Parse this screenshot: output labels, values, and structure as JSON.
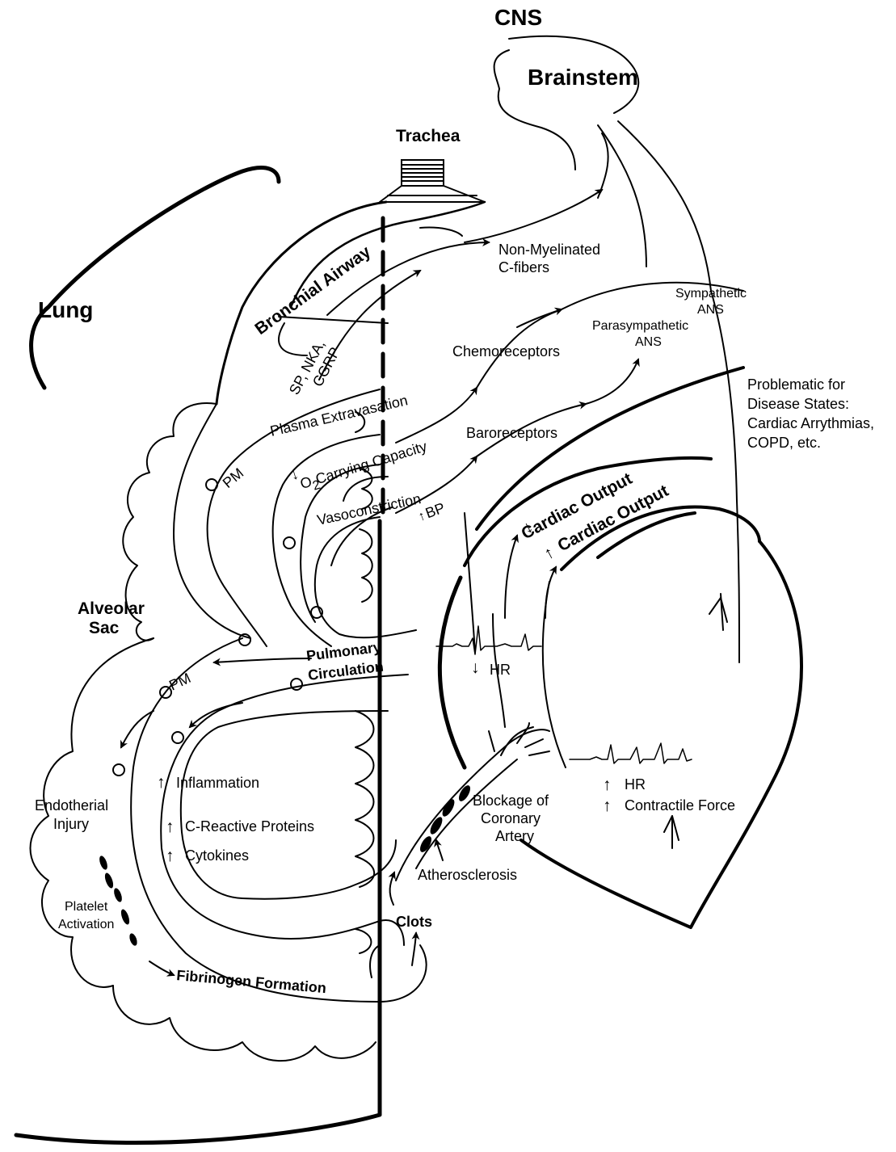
{
  "labels": {
    "cns": "CNS",
    "brainstem": "Brainstem",
    "trachea": "Trachea",
    "lung": "Lung",
    "bronchial_airway": "Bronchial Airway",
    "non_myelinated_1": "Non-Myelinated",
    "non_myelinated_2": "C-fibers",
    "sympathetic_1": "Sympathetic",
    "sympathetic_2": "ANS",
    "parasympathetic_1": "Parasympathetic",
    "parasympathetic_2": "ANS",
    "chemoreceptors": "Chemoreceptors",
    "baroreceptors": "Baroreceptors",
    "sp_nka": "SP, NKA,",
    "cgrp": "CGRP",
    "plasma_extravasation": "Plasma Extravasation",
    "o2_prefix": "O",
    "o2_sub": "2",
    "o2_suffix": " Carrying Capacity",
    "vasoconstriction": "Vasoconstriction",
    "bp": "BP",
    "pm": "PM",
    "problematic_1": "Problematic for",
    "problematic_2": "Disease States:",
    "problematic_3": "Cardiac Arrythmias,",
    "problematic_4": "COPD, etc.",
    "cardiac_output": "Cardiac Output",
    "alveolar": "Alveolar",
    "sac": "Sac",
    "pulmonary": "Pulmonary",
    "circulation": "Circulation",
    "hr": "HR",
    "endotherial": "Endotherial",
    "injury": "Injury",
    "inflammation": "Inflammation",
    "c_reactive": "C-Reactive Proteins",
    "cytokines": "Cytokines",
    "blockage_1": "Blockage of",
    "blockage_2": "Coronary",
    "blockage_3": "Artery",
    "contractile": "Contractile Force",
    "atherosclerosis": "Atherosclerosis",
    "platelet": "Platelet",
    "activation": "Activation",
    "clots": "Clots",
    "fibrinogen": "Fibrinogen Formation"
  },
  "icons": {
    "arrow_up": "up-arrow-icon",
    "arrow_down": "down-arrow-icon",
    "ecg": "ecg-trace-icon"
  }
}
